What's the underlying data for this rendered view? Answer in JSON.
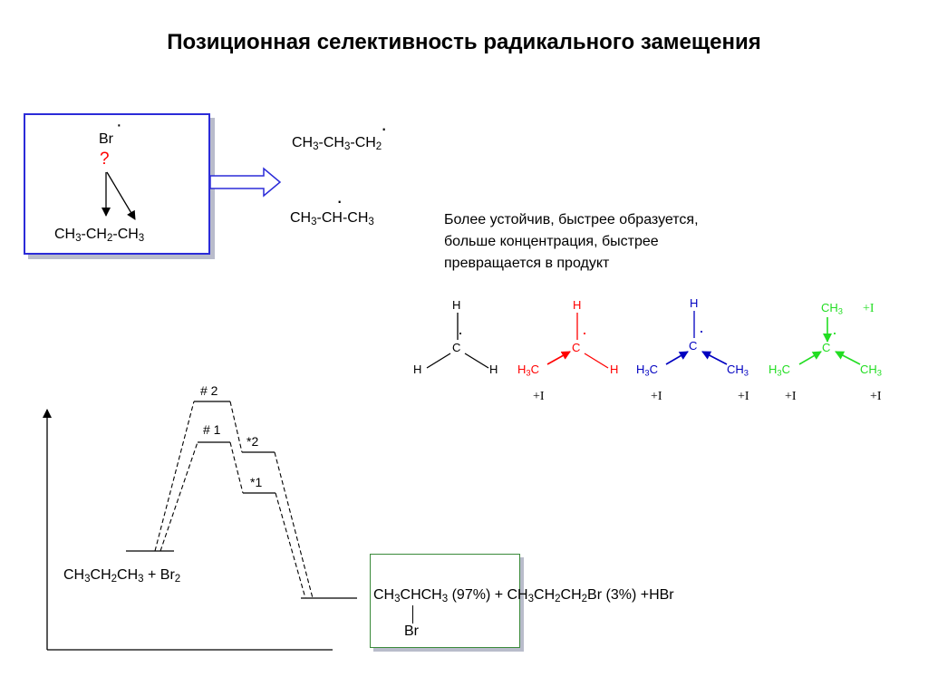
{
  "title": "Позиционная селективность радикального замещения",
  "reactant_box": {
    "radical": "Br",
    "question": "?",
    "substrate": [
      "CH",
      "3",
      "-CH",
      "2",
      "-CH",
      "3"
    ]
  },
  "radicals": {
    "primary": [
      "CH",
      "3",
      "-CH",
      "3",
      "-CH",
      "2"
    ],
    "secondary": [
      "CH",
      "3",
      "-CH-CH",
      "3"
    ]
  },
  "note": {
    "lines": [
      "Более устойчив, быстрее образуется,",
      "больше концентрация, быстрее",
      "превращается в продукт"
    ]
  },
  "stability_series": {
    "methyl": {
      "top": "H",
      "center": "C",
      "left": "H",
      "right": "H"
    },
    "primary": {
      "top": "H",
      "center": "C",
      "left": [
        "H",
        "3",
        "C"
      ],
      "right": "H",
      "effects": [
        "+I"
      ],
      "color": "#ff0000"
    },
    "secondary": {
      "top": "H",
      "center": "C",
      "left": [
        "H",
        "3",
        "C"
      ],
      "right": [
        "CH",
        "3"
      ],
      "effects": [
        "+I",
        "+I"
      ],
      "color": "#0000c0"
    },
    "tertiary": {
      "top": [
        "CH",
        "3"
      ],
      "center": "C",
      "left": [
        "H",
        "3",
        "C"
      ],
      "right": [
        "CH",
        "3"
      ],
      "top_effect": "+I",
      "effects": [
        "+I",
        "+I"
      ],
      "color": "#22dd22"
    }
  },
  "energy_diagram": {
    "ts2": "# 2",
    "ts1": "# 1",
    "int2": "*2",
    "int1": "*1",
    "reactants": [
      "CH",
      "3",
      "CH",
      "2",
      "CH",
      "3",
      " + Br",
      "2"
    ]
  },
  "products": {
    "main": [
      "CH",
      "3",
      "CHCH",
      "3",
      " (97%) + CH",
      "3",
      "CH",
      "2",
      "CH",
      "2",
      "Br (3%) +HBr"
    ],
    "substituent": "Br"
  },
  "colors": {
    "reactant_box_border": "#2b2bd8",
    "product_box_border": "#3a8a3a",
    "question": "#ff0000",
    "primary": "#ff0000",
    "secondary": "#0000c0",
    "tertiary": "#22dd22"
  }
}
